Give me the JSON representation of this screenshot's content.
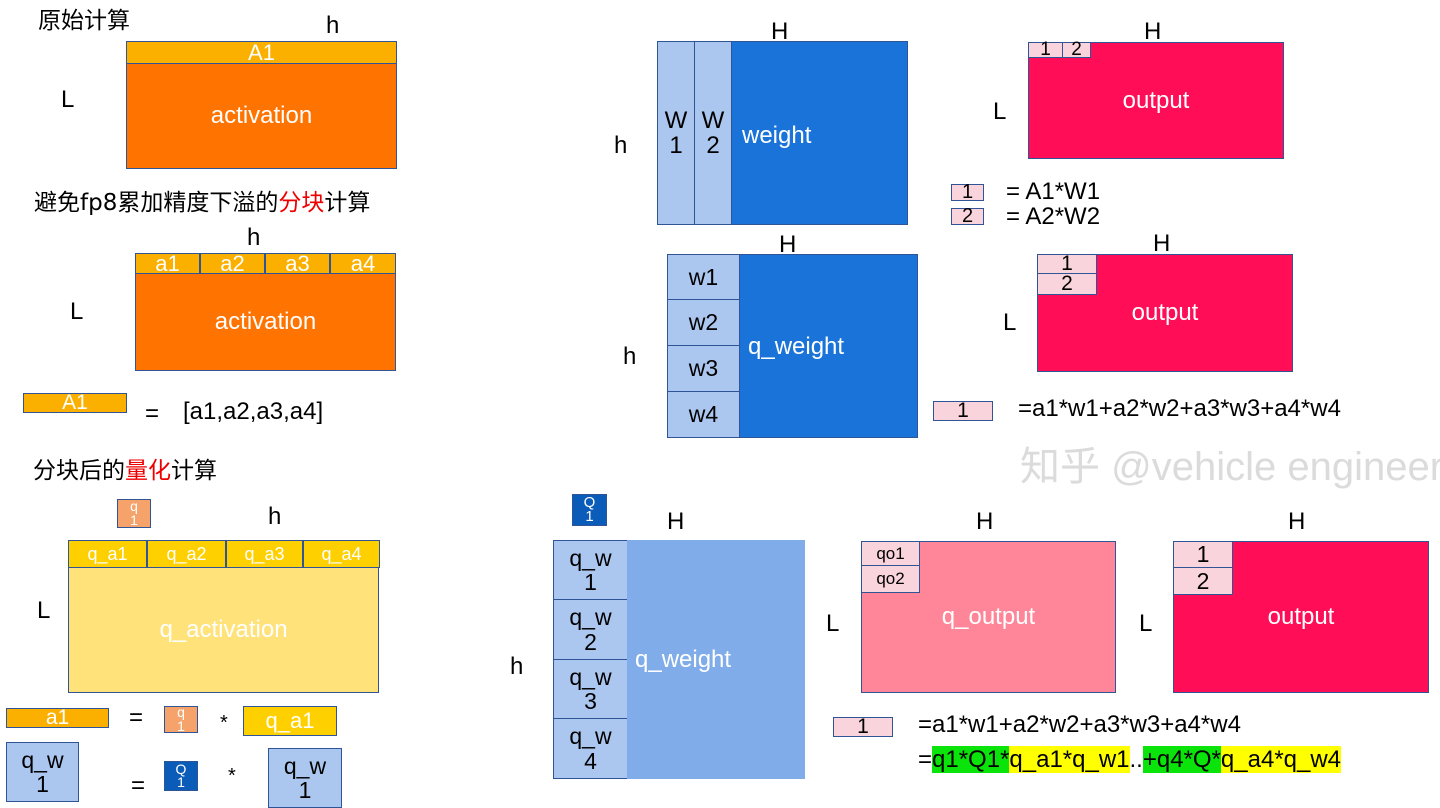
{
  "section1": {
    "title": "原始计算",
    "h": "h",
    "L": "L",
    "A1": "A1",
    "activation": "activation"
  },
  "section2": {
    "title_pre": "避免fp8累加精度下溢的",
    "title_red": "分块",
    "title_post": "计算",
    "h": "h",
    "L": "L",
    "blocks": [
      "a1",
      "a2",
      "a3",
      "a4"
    ],
    "activation": "activation",
    "A1": "A1",
    "eq": "=",
    "list": "[a1,a2,a3,a4]"
  },
  "section3": {
    "title_pre": "分块后的",
    "title_red": "量化",
    "title_post": "计算",
    "q1": "q\n1",
    "h": "h",
    "L": "L",
    "blocks": [
      "q_a1",
      "q_a2",
      "q_a3",
      "q_a4"
    ],
    "q_activation": "q_activation",
    "a1": "a1",
    "eq": "=",
    "mul": "*",
    "q_a1": "q_a1",
    "q_w1": "q_w\n1",
    "Q1": "Q\n1"
  },
  "weight_panel": {
    "H": "H",
    "h": "h",
    "cols": [
      "W\n1",
      "W\n2"
    ],
    "weight": "weight",
    "out_H": "H",
    "out_L": "L",
    "output": "output",
    "out_blocks": [
      "1",
      "2"
    ],
    "legend": [
      {
        "box": "1",
        "text": "= A1*W1"
      },
      {
        "box": "2",
        "text": "= A2*W2"
      }
    ]
  },
  "qweight_panel": {
    "H": "H",
    "h": "h",
    "rows": [
      "w1",
      "w2",
      "w3",
      "w4"
    ],
    "q_weight": "q_weight",
    "out_H": "H",
    "out_L": "L",
    "output": "output",
    "out_blocks": [
      "1",
      "2"
    ],
    "legend_box": "1",
    "legend_text": "=a1*w1+a2*w2+a3*w3+a4*w4"
  },
  "quant_panel": {
    "Q1": "Q\n1",
    "H": "H",
    "h": "h",
    "rows": [
      "q_w\n1",
      "q_w\n2",
      "q_w\n3",
      "q_w\n4"
    ],
    "q_weight": "q_weight",
    "qout_H": "H",
    "qout_L": "L",
    "q_output": "q_output",
    "qout_blocks": [
      "qo1",
      "qo2"
    ],
    "out_H": "H",
    "out_L": "L",
    "output": "output",
    "out_blocks": [
      "1",
      "2"
    ],
    "legend_box": "1",
    "eq1": "=a1*w1+a2*w2+a3*w3+a4*w4",
    "eq2_parts": [
      "=",
      "q1*Q1*",
      "q_a1*q_w1",
      "..",
      "+q4*Q*",
      "q_a4*q_w4"
    ]
  },
  "watermark": "知乎 @vehicle engineer"
}
